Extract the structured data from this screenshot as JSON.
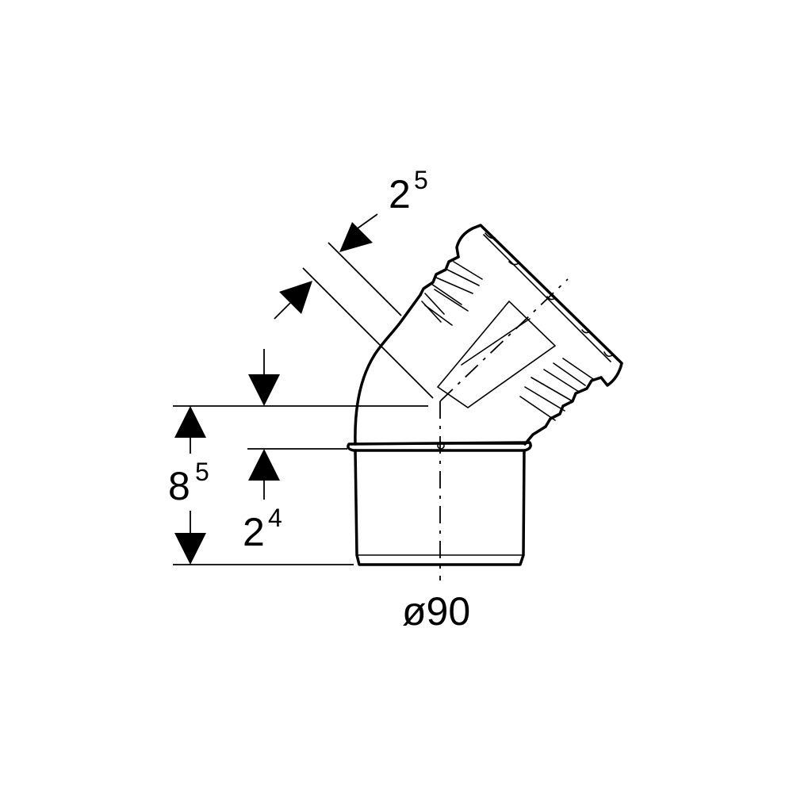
{
  "dimensions": {
    "socket_depth_angled": {
      "main": "2",
      "sup": "5"
    },
    "overall_height": {
      "main": "8",
      "sup": "5"
    },
    "socket_depth_straight": {
      "main": "2",
      "sup": "4"
    },
    "diameter": "ø90"
  }
}
